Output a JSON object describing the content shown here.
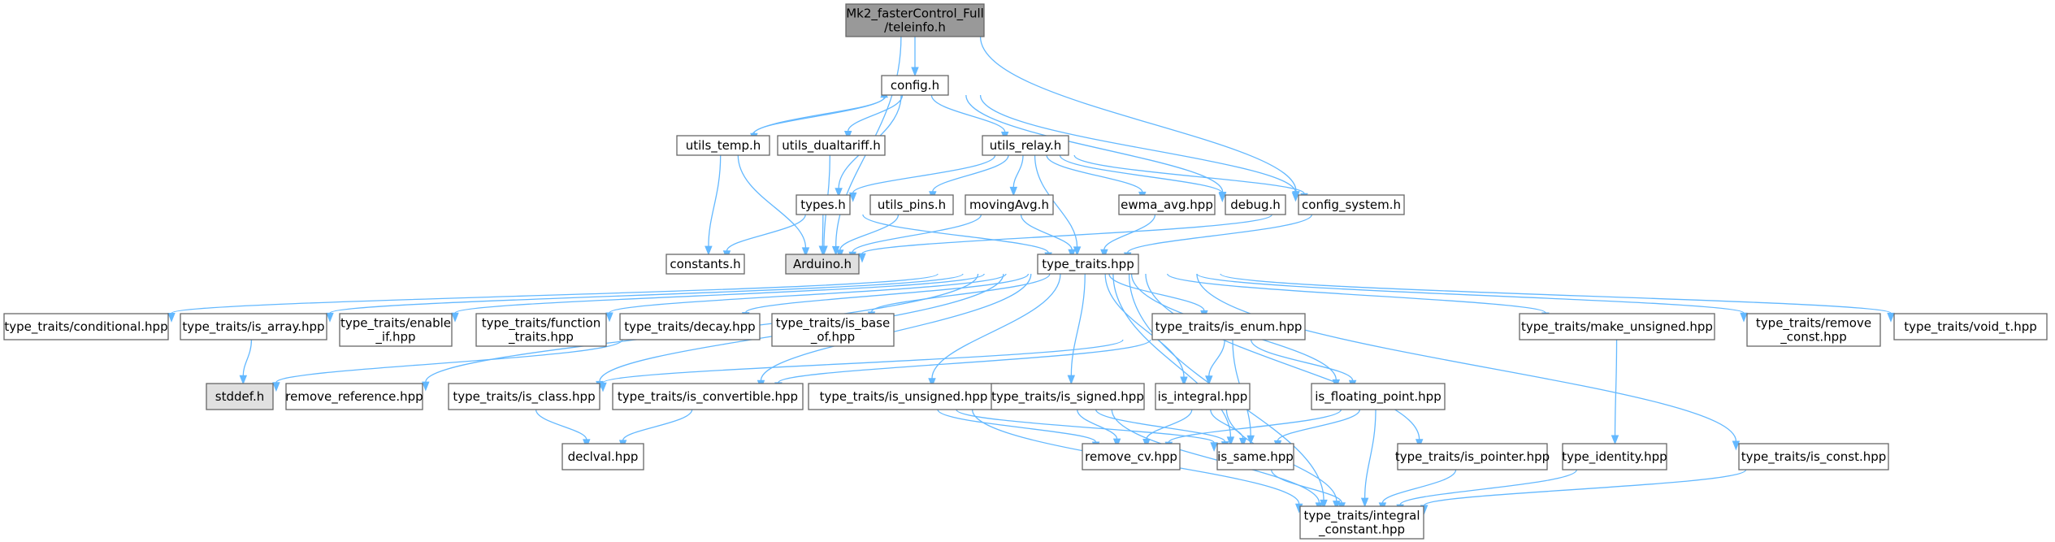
{
  "diagram": {
    "colors": {
      "edge": "#63b8ff",
      "node_border": "#666666",
      "node_fill": "#ffffff",
      "root_fill": "#999999",
      "system_fill": "#e0e0e0"
    },
    "nodes": [
      {
        "id": "root",
        "lines": [
          "Mk2_fasterControl_Full",
          "/teleinfo.h"
        ],
        "kind": "root"
      },
      {
        "id": "config_h",
        "lines": [
          "config.h"
        ],
        "kind": "normal"
      },
      {
        "id": "utils_temp_h",
        "lines": [
          "utils_temp.h"
        ],
        "kind": "normal"
      },
      {
        "id": "utils_dualtariff_h",
        "lines": [
          "utils_dualtariff.h"
        ],
        "kind": "normal"
      },
      {
        "id": "utils_relay_h",
        "lines": [
          "utils_relay.h"
        ],
        "kind": "normal"
      },
      {
        "id": "types_h",
        "lines": [
          "types.h"
        ],
        "kind": "normal"
      },
      {
        "id": "utils_pins_h",
        "lines": [
          "utils_pins.h"
        ],
        "kind": "normal"
      },
      {
        "id": "movingAvg_h",
        "lines": [
          "movingAvg.h"
        ],
        "kind": "normal"
      },
      {
        "id": "ewma_avg_hpp",
        "lines": [
          "ewma_avg.hpp"
        ],
        "kind": "normal"
      },
      {
        "id": "debug_h",
        "lines": [
          "debug.h"
        ],
        "kind": "normal"
      },
      {
        "id": "config_system_h",
        "lines": [
          "config_system.h"
        ],
        "kind": "normal"
      },
      {
        "id": "constants_h",
        "lines": [
          "constants.h"
        ],
        "kind": "normal"
      },
      {
        "id": "arduino_h",
        "lines": [
          "Arduino.h"
        ],
        "kind": "system"
      },
      {
        "id": "type_traits_hpp",
        "lines": [
          "type_traits.hpp"
        ],
        "kind": "normal"
      },
      {
        "id": "tt_conditional",
        "lines": [
          "type_traits/conditional.hpp"
        ],
        "kind": "normal"
      },
      {
        "id": "tt_is_array",
        "lines": [
          "type_traits/is_array.hpp"
        ],
        "kind": "normal"
      },
      {
        "id": "tt_enable_if",
        "lines": [
          "type_traits/enable",
          "_if.hpp"
        ],
        "kind": "normal"
      },
      {
        "id": "tt_function_traits",
        "lines": [
          "type_traits/function",
          "_traits.hpp"
        ],
        "kind": "normal"
      },
      {
        "id": "tt_decay",
        "lines": [
          "type_traits/decay.hpp"
        ],
        "kind": "normal"
      },
      {
        "id": "tt_is_base_of",
        "lines": [
          "type_traits/is_base",
          "_of.hpp"
        ],
        "kind": "normal"
      },
      {
        "id": "tt_is_enum",
        "lines": [
          "type_traits/is_enum.hpp"
        ],
        "kind": "normal"
      },
      {
        "id": "tt_make_unsigned",
        "lines": [
          "type_traits/make_unsigned.hpp"
        ],
        "kind": "normal"
      },
      {
        "id": "tt_remove_const",
        "lines": [
          "type_traits/remove",
          "_const.hpp"
        ],
        "kind": "normal"
      },
      {
        "id": "tt_void_t",
        "lines": [
          "type_traits/void_t.hpp"
        ],
        "kind": "normal"
      },
      {
        "id": "stddef_h",
        "lines": [
          "stddef.h"
        ],
        "kind": "system"
      },
      {
        "id": "remove_reference",
        "lines": [
          "remove_reference.hpp"
        ],
        "kind": "normal"
      },
      {
        "id": "tt_is_class",
        "lines": [
          "type_traits/is_class.hpp"
        ],
        "kind": "normal"
      },
      {
        "id": "tt_is_convertible",
        "lines": [
          "type_traits/is_convertible.hpp"
        ],
        "kind": "normal"
      },
      {
        "id": "tt_is_unsigned",
        "lines": [
          "type_traits/is_unsigned.hpp"
        ],
        "kind": "normal"
      },
      {
        "id": "tt_is_signed",
        "lines": [
          "type_traits/is_signed.hpp"
        ],
        "kind": "normal"
      },
      {
        "id": "is_integral",
        "lines": [
          "is_integral.hpp"
        ],
        "kind": "normal"
      },
      {
        "id": "is_floating_point",
        "lines": [
          "is_floating_point.hpp"
        ],
        "kind": "normal"
      },
      {
        "id": "declval",
        "lines": [
          "declval.hpp"
        ],
        "kind": "normal"
      },
      {
        "id": "remove_cv",
        "lines": [
          "remove_cv.hpp"
        ],
        "kind": "normal"
      },
      {
        "id": "is_same",
        "lines": [
          "is_same.hpp"
        ],
        "kind": "normal"
      },
      {
        "id": "tt_is_pointer",
        "lines": [
          "type_traits/is_pointer.hpp"
        ],
        "kind": "normal"
      },
      {
        "id": "type_identity",
        "lines": [
          "type_identity.hpp"
        ],
        "kind": "normal"
      },
      {
        "id": "tt_is_const",
        "lines": [
          "type_traits/is_const.hpp"
        ],
        "kind": "normal"
      },
      {
        "id": "integral_constant",
        "lines": [
          "type_traits/integral",
          "_constant.hpp"
        ],
        "kind": "normal"
      }
    ],
    "edges": [
      [
        "root",
        "config_h"
      ],
      [
        "root",
        "arduino_h"
      ],
      [
        "root",
        "config_system_h"
      ],
      [
        "config_h",
        "utils_temp_h"
      ],
      [
        "config_h",
        "utils_dualtariff_h"
      ],
      [
        "config_h",
        "utils_relay_h"
      ],
      [
        "config_h",
        "types_h"
      ],
      [
        "config_h",
        "debug_h"
      ],
      [
        "config_h",
        "config_system_h"
      ],
      [
        "utils_temp_h",
        "config_h"
      ],
      [
        "utils_temp_h",
        "constants_h"
      ],
      [
        "utils_temp_h",
        "arduino_h"
      ],
      [
        "utils_dualtariff_h",
        "arduino_h"
      ],
      [
        "utils_relay_h",
        "types_h"
      ],
      [
        "utils_relay_h",
        "utils_pins_h"
      ],
      [
        "utils_relay_h",
        "movingAvg_h"
      ],
      [
        "utils_relay_h",
        "ewma_avg_hpp"
      ],
      [
        "utils_relay_h",
        "debug_h"
      ],
      [
        "utils_relay_h",
        "config_system_h"
      ],
      [
        "utils_relay_h",
        "type_traits_hpp"
      ],
      [
        "types_h",
        "constants_h"
      ],
      [
        "types_h",
        "arduino_h"
      ],
      [
        "types_h",
        "type_traits_hpp"
      ],
      [
        "utils_pins_h",
        "arduino_h"
      ],
      [
        "movingAvg_h",
        "arduino_h"
      ],
      [
        "movingAvg_h",
        "type_traits_hpp"
      ],
      [
        "ewma_avg_hpp",
        "type_traits_hpp"
      ],
      [
        "config_system_h",
        "arduino_h"
      ],
      [
        "config_system_h",
        "type_traits_hpp"
      ],
      [
        "type_traits_hpp",
        "tt_conditional"
      ],
      [
        "type_traits_hpp",
        "tt_is_array"
      ],
      [
        "type_traits_hpp",
        "tt_enable_if"
      ],
      [
        "type_traits_hpp",
        "tt_function_traits"
      ],
      [
        "type_traits_hpp",
        "tt_decay"
      ],
      [
        "type_traits_hpp",
        "tt_is_base_of"
      ],
      [
        "type_traits_hpp",
        "tt_is_enum"
      ],
      [
        "type_traits_hpp",
        "tt_make_unsigned"
      ],
      [
        "type_traits_hpp",
        "tt_remove_const"
      ],
      [
        "type_traits_hpp",
        "tt_void_t"
      ],
      [
        "type_traits_hpp",
        "remove_reference"
      ],
      [
        "type_traits_hpp",
        "tt_is_class"
      ],
      [
        "type_traits_hpp",
        "tt_is_convertible"
      ],
      [
        "type_traits_hpp",
        "tt_is_unsigned"
      ],
      [
        "type_traits_hpp",
        "tt_is_signed"
      ],
      [
        "type_traits_hpp",
        "is_integral"
      ],
      [
        "type_traits_hpp",
        "is_floating_point"
      ],
      [
        "type_traits_hpp",
        "is_same"
      ],
      [
        "type_traits_hpp",
        "tt_is_pointer"
      ],
      [
        "type_traits_hpp",
        "tt_is_const"
      ],
      [
        "type_traits_hpp",
        "integral_constant"
      ],
      [
        "tt_is_array",
        "stddef_h"
      ],
      [
        "tt_decay",
        "stddef_h"
      ],
      [
        "tt_is_enum",
        "tt_is_class"
      ],
      [
        "tt_is_enum",
        "tt_is_convertible"
      ],
      [
        "tt_is_enum",
        "is_integral"
      ],
      [
        "tt_is_enum",
        "is_floating_point"
      ],
      [
        "tt_is_enum",
        "is_same"
      ],
      [
        "tt_make_unsigned",
        "type_identity"
      ],
      [
        "tt_is_class",
        "declval"
      ],
      [
        "tt_is_convertible",
        "declval"
      ],
      [
        "tt_is_unsigned",
        "remove_cv"
      ],
      [
        "tt_is_unsigned",
        "is_same"
      ],
      [
        "tt_is_unsigned",
        "integral_constant"
      ],
      [
        "tt_is_signed",
        "remove_cv"
      ],
      [
        "tt_is_signed",
        "is_same"
      ],
      [
        "tt_is_signed",
        "integral_constant"
      ],
      [
        "is_integral",
        "remove_cv"
      ],
      [
        "is_integral",
        "is_same"
      ],
      [
        "is_integral",
        "integral_constant"
      ],
      [
        "is_floating_point",
        "remove_cv"
      ],
      [
        "is_floating_point",
        "is_same"
      ],
      [
        "is_floating_point",
        "integral_constant"
      ],
      [
        "is_same",
        "integral_constant"
      ],
      [
        "tt_is_pointer",
        "integral_constant"
      ],
      [
        "type_identity",
        "integral_constant"
      ],
      [
        "tt_is_const",
        "integral_constant"
      ]
    ]
  }
}
